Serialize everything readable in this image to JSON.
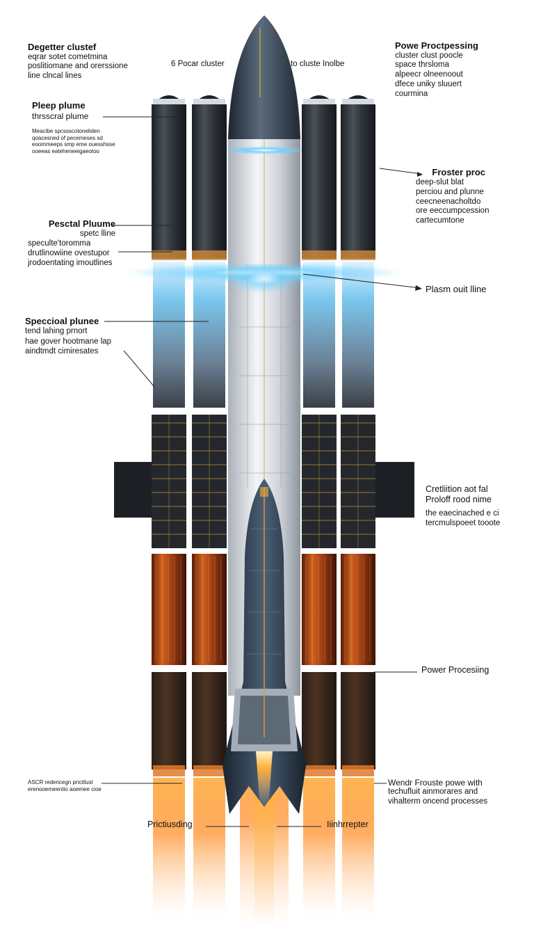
{
  "labels": {
    "top_left": {
      "title": "Degetter clustef",
      "lines": [
        "eqrar sotet cometmina",
        "poslitiomane and orerssione",
        "line clncal lines"
      ]
    },
    "top_center_left": "6 Pocar cluster",
    "top_center_right": "to cluste Inolbe",
    "top_right": {
      "title": "Powe Proctpessing",
      "lines": [
        "cluster clust poocle",
        "space thrsloma",
        "alpeecr olneenoout",
        "dfece uniky sluuert",
        "courmina"
      ]
    },
    "left_plume": {
      "title": "Pleep plume",
      "subtitle": "thrsscral plume",
      "small_lines": [
        "Meacibe spcssscotoneliden",
        "qoacesned of pecemeses sd",
        "eoommeeps smp eme ouesshsse",
        "ooeeas eateheneeigaeotoo"
      ]
    },
    "left_pectal": {
      "title": "Pesctal Pluume",
      "lines": [
        "spetc lline",
        "speculte'toromma",
        "drutlinowiine ovestupor",
        "jrodoentating imoutlines"
      ]
    },
    "left_spectral": {
      "title": "Speccioal plunee",
      "lines": [
        "tend lahing prnort",
        "hae gover hootmane lap",
        "aindtmdt cimiresates"
      ]
    },
    "right_froster": {
      "title": "Froster proc",
      "lines": [
        "deep-slut blat",
        "perciou and plunne",
        "ceecneenacholtdo",
        "ore eeccumpcession",
        "cartecumtone"
      ]
    },
    "right_plasm": "Plasm ouit lline",
    "right_cretil": {
      "lines": [
        "Cretliition aot fal",
        "Proloff rood nime"
      ],
      "sub": [
        "the eaecinached e ci",
        "tercmulspoeet tooote"
      ]
    },
    "right_power": "Power Procesiing",
    "bottom_left_small": [
      "ASCR redericegn pricitlusl",
      "erenooemeentio aoemee cioe"
    ],
    "bottom_right": [
      "Wendr Frouste powe with",
      "techufluit ainmorares and",
      "vihalterm oncend processes"
    ],
    "bottom_center_left": "Prictiusding",
    "bottom_center_right": "Iiinhrrepter"
  },
  "colors": {
    "background": "#ffffff",
    "booster_dark": "#2c3137",
    "core_light": "#d9dde2",
    "plasma_blue": "#5ab8f0",
    "copper": "#c2541e",
    "flame": "#ff8a1e",
    "grid_gold": "#e0a43a"
  }
}
